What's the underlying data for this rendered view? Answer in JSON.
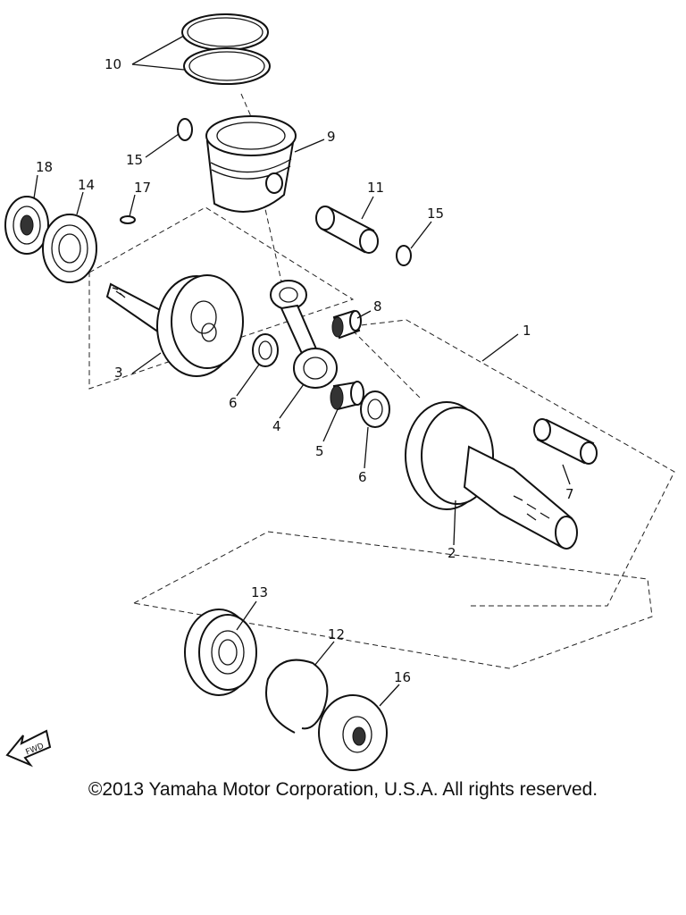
{
  "labels": {
    "p1": "1",
    "p2": "2",
    "p3": "3",
    "p4": "4",
    "p5": "5",
    "p6a": "6",
    "p6b": "6",
    "p7": "7",
    "p8": "8",
    "p9": "9",
    "p10": "10",
    "p11": "11",
    "p12": "12",
    "p13": "13",
    "p14": "14",
    "p15a": "15",
    "p15b": "15",
    "p16": "16",
    "p17": "17",
    "p18": "18"
  },
  "fwd_marker": "FWD",
  "copyright": "©2013 Yamaha Motor Corporation, U.S.A. All rights reserved."
}
